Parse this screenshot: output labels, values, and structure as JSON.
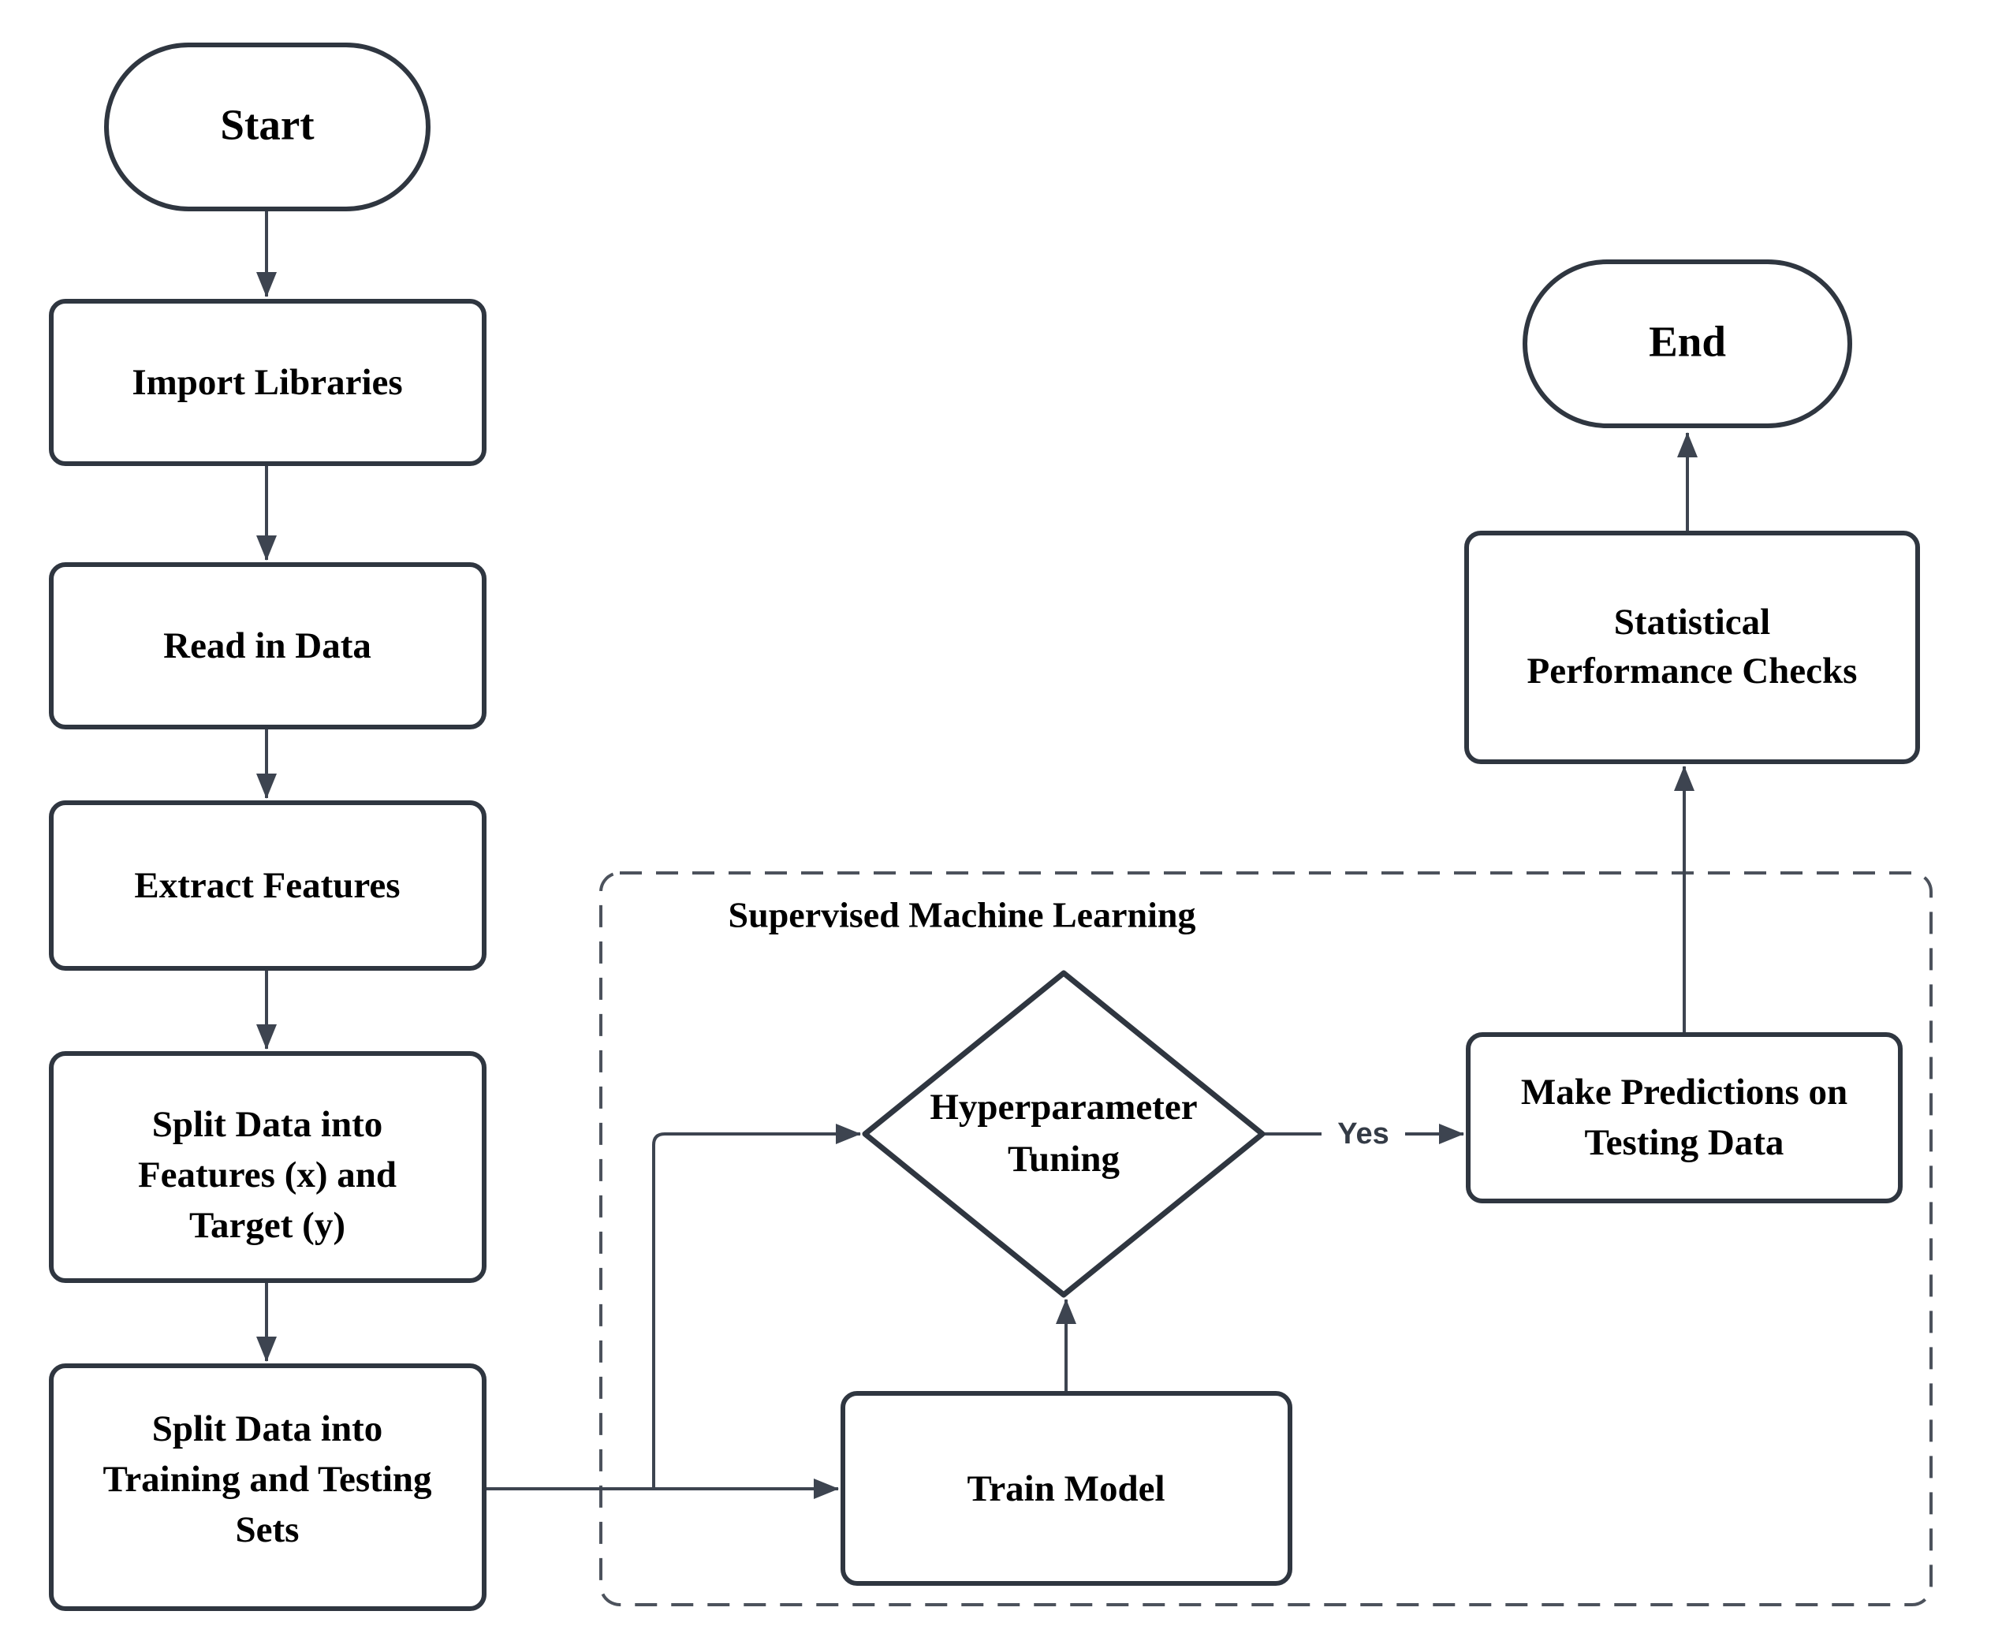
{
  "diagram": {
    "container": {
      "title": "Supervised Machine Learning"
    },
    "nodes": {
      "start": {
        "type": "terminator",
        "label": "Start"
      },
      "import_libraries": {
        "type": "process",
        "label": "Import Libraries"
      },
      "read_in_data": {
        "type": "process",
        "label": "Read in Data"
      },
      "extract_features": {
        "type": "process",
        "label": "Extract Features"
      },
      "split_features_target": {
        "type": "process",
        "lines": [
          "Split Data into",
          "Features (x) and",
          "Target (y)"
        ]
      },
      "split_train_test": {
        "type": "process",
        "lines": [
          "Split Data into",
          "Training and Testing",
          "Sets"
        ]
      },
      "train_model": {
        "type": "process",
        "label": "Train Model"
      },
      "hyperparameter_tuning": {
        "type": "decision",
        "lines": [
          "Hyperparameter",
          "Tuning"
        ]
      },
      "make_predictions": {
        "type": "process",
        "lines": [
          "Make Predictions on",
          "Testing Data"
        ]
      },
      "statistical_checks": {
        "type": "process",
        "lines": [
          "Statistical",
          "Performance Checks"
        ]
      },
      "end": {
        "type": "terminator",
        "label": "End"
      }
    },
    "edges": {
      "tuning_to_predictions_label": "Yes"
    },
    "colors": {
      "background": "#ffffff",
      "node_border": "#2f3640",
      "connector": "#3d4450",
      "dashed_border": "#4c525c",
      "text": "#000000"
    }
  }
}
